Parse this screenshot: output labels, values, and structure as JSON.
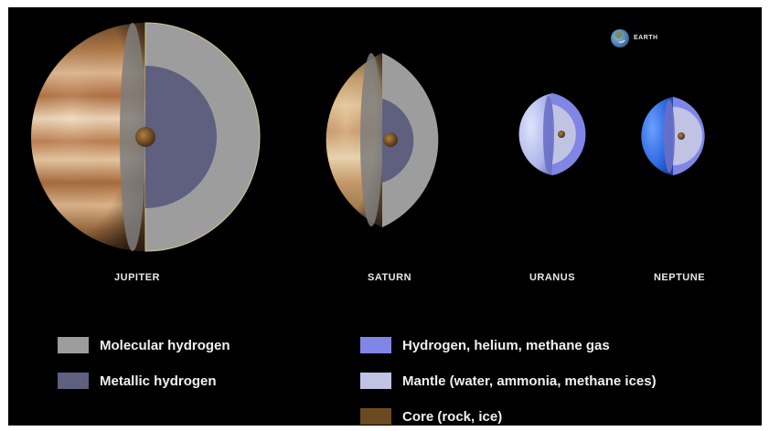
{
  "earth_label": "EARTH",
  "planets": [
    {
      "key": "jupiter",
      "label": "JUPITER"
    },
    {
      "key": "saturn",
      "label": "SATURN"
    },
    {
      "key": "uranus",
      "label": "URANUS"
    },
    {
      "key": "neptune",
      "label": "NEPTUNE"
    }
  ],
  "legend": [
    {
      "key": "molecular-hydrogen",
      "label": "Molecular hydrogen",
      "color": "#9d9d9d"
    },
    {
      "key": "metallic-hydrogen",
      "label": "Metallic hydrogen",
      "color": "#5f5f80"
    },
    {
      "key": "gas",
      "label": "Hydrogen, helium, methane gas",
      "color": "#7f86e6"
    },
    {
      "key": "mantle",
      "label": "Mantle (water, ammonia, methane ices)",
      "color": "#c0c3e3"
    },
    {
      "key": "core",
      "label": "Core (rock, ice)",
      "color": "#6b4a22"
    }
  ],
  "colors": {
    "background": "#000000",
    "jupiter_surface": "#c9905a",
    "saturn_surface": "#d9b380",
    "uranus_surface": "#b9c2ee",
    "neptune_surface": "#3a6fe0",
    "earth_ocean": "#3c78b8"
  }
}
